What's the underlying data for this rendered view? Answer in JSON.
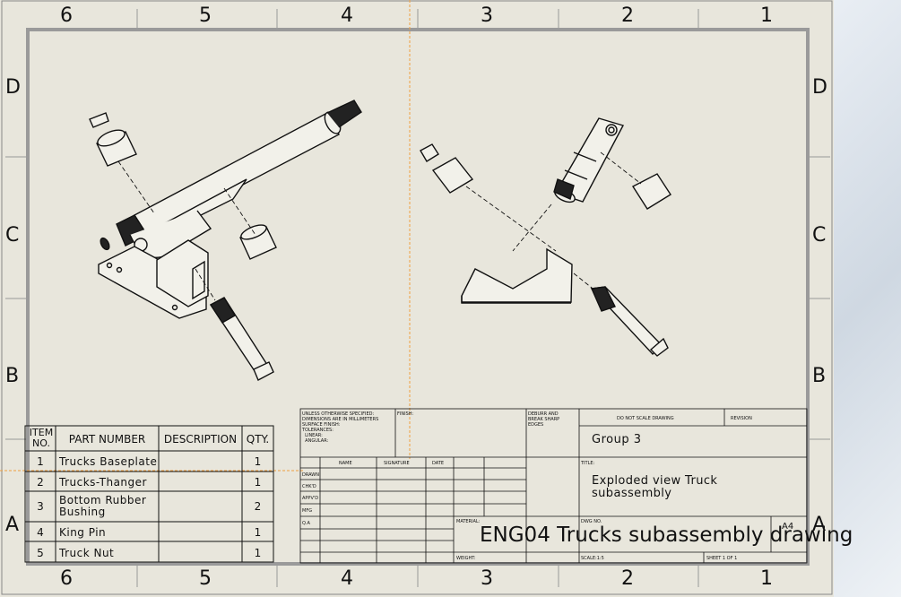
{
  "sheet": {
    "zone_cols": [
      "6",
      "5",
      "4",
      "3",
      "2",
      "1"
    ],
    "zone_rows": [
      "D",
      "C",
      "B",
      "A"
    ]
  },
  "bom": {
    "headers": {
      "item_no": "ITEM\nNO.",
      "part_number": "PART NUMBER",
      "description": "DESCRIPTION",
      "qty": "QTY."
    },
    "rows": [
      {
        "item": "1",
        "part": "Trucks Baseplate",
        "desc": "",
        "qty": "1"
      },
      {
        "item": "2",
        "part": "Trucks-Thanger",
        "desc": "",
        "qty": "1"
      },
      {
        "item": "3",
        "part": "Bottom Rubber Bushing",
        "desc": "",
        "qty": "2"
      },
      {
        "item": "4",
        "part": "King Pin",
        "desc": "",
        "qty": "1"
      },
      {
        "item": "5",
        "part": "Truck Nut",
        "desc": "",
        "qty": "1"
      }
    ]
  },
  "title_block": {
    "notes": "UNLESS OTHERWISE SPECIFIED:\nDIMENSIONS ARE IN MILLIMETERS\nSURFACE FINISH:\nTOLERANCES:\n  LINEAR:\n  ANGULAR:",
    "finish_label": "FINISH:",
    "deburr": "DEBURR AND\nBREAK SHARP\nEDGES",
    "do_not_scale": "DO NOT SCALE DRAWING",
    "revision_label": "REVISION",
    "col_name": "NAME",
    "col_signature": "SIGNATURE",
    "col_date": "DATE",
    "row_labels": [
      "DRAWN",
      "CHK'D",
      "APPV'D",
      "MFG",
      "Q.A"
    ],
    "company": "Group 3",
    "title_label": "TITLE:",
    "title": "Exploded view Truck\nsubassembly",
    "material_label": "MATERIAL:",
    "dwg_no_label": "DWG NO.",
    "weight_label": "WEIGHT:",
    "scale_label": "SCALE:1:5",
    "sheet_label": "SHEET 1 OF 1",
    "size": "A4",
    "drawing_name": "ENG04 Trucks subassembly drawing"
  }
}
